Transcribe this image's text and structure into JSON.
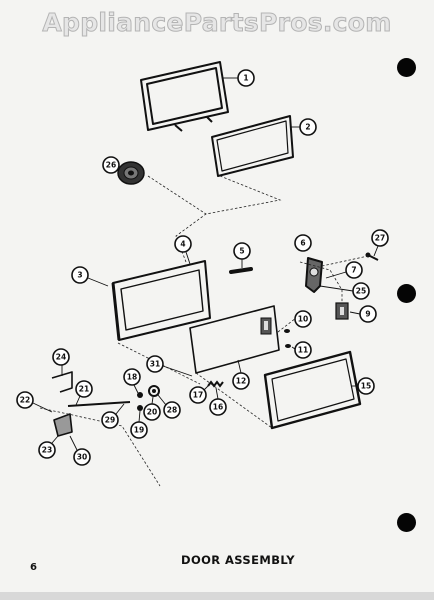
{
  "watermark": "AppliancePartsPros.com",
  "title": "DOOR ASSEMBLY",
  "page_number": "6",
  "callouts": [
    "1",
    "2",
    "26",
    "4",
    "5",
    "6",
    "27",
    "3",
    "7",
    "25",
    "9",
    "10",
    "11",
    "31",
    "12",
    "15",
    "17",
    "16",
    "24",
    "21",
    "18",
    "20",
    "28",
    "22",
    "19",
    "23",
    "30",
    "29"
  ]
}
